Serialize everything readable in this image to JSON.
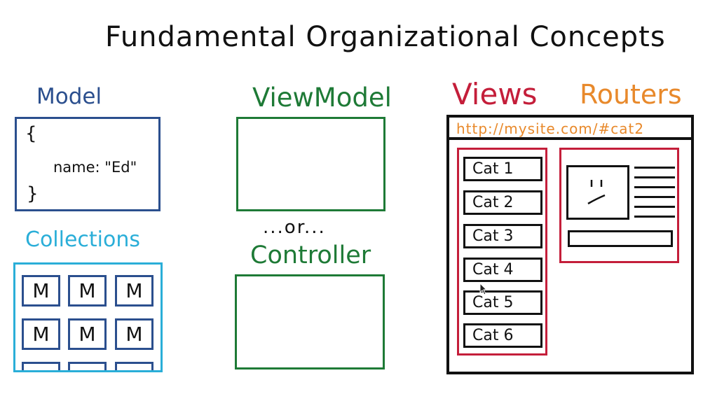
{
  "title": "Fundamental Organizational Concepts",
  "model": {
    "heading": "Model",
    "open_brace": "{",
    "content": "name: \"Ed\"",
    "close_brace": "}"
  },
  "collections": {
    "heading": "Collections",
    "tiles": [
      "M",
      "M",
      "M",
      "M",
      "M",
      "M"
    ]
  },
  "viewmodel": {
    "heading": "ViewModel"
  },
  "or_text": "...or...",
  "controller": {
    "heading": "Controller"
  },
  "views": {
    "heading": "Views"
  },
  "routers": {
    "heading": "Routers"
  },
  "browser": {
    "url": "http://mysite.com/#cat2",
    "cats": [
      "Cat 1",
      "Cat 2",
      "Cat 3",
      "Cat 4",
      "Cat 5",
      "Cat 6"
    ]
  },
  "colors": {
    "model": "#2b4f8e",
    "collections": "#2aaed8",
    "viewmodel": "#1e7a36",
    "views": "#c41e3a",
    "routers": "#e8892b"
  }
}
